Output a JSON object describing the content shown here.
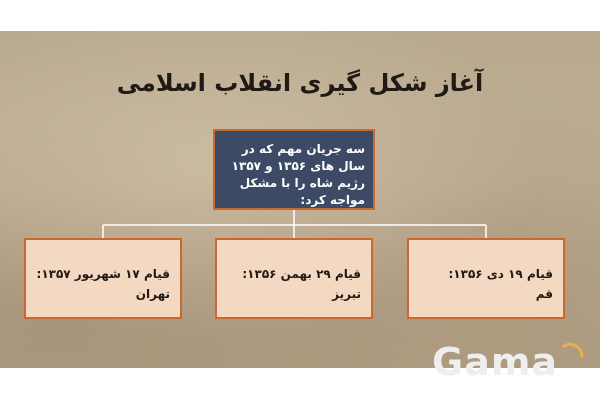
{
  "title": "آغاز شکل گیری انقلاب اسلامی",
  "root": {
    "text": "سه جریان مهم که در سال های ۱۳۵۶ و ۱۳۵۷ رژیم شاه را با مشکل مواجه کرد:"
  },
  "branches": [
    {
      "line1": "قیام ۱۹ دی ۱۳۵۶:",
      "line2": "قم"
    },
    {
      "line1": "قیام ۲۹ بهمن ۱۳۵۶:",
      "line2": "تبریز"
    },
    {
      "line1": "قیام ۱۷ شهریور ۱۳۵۷:",
      "line2": "تهران"
    }
  ],
  "logo": "Gama",
  "colors": {
    "root_fill": "#3d4a66",
    "box_border": "#c76a32",
    "leaf_fill": "#f3d8c2",
    "connector": "#ffffff"
  }
}
